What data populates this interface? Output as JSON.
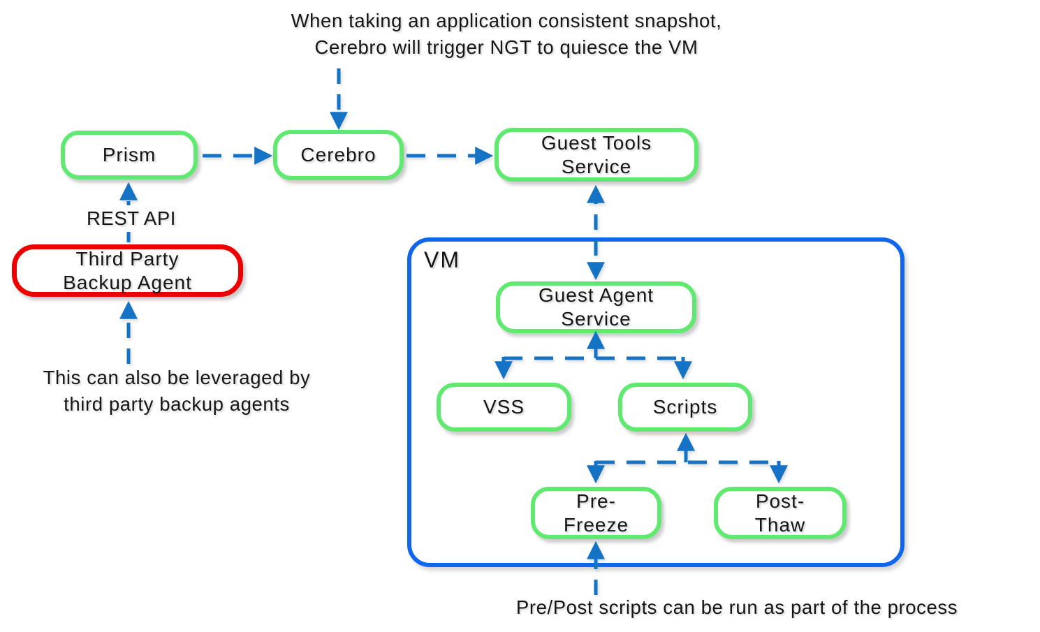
{
  "diagram": {
    "colors": {
      "node_green": "#5fe96e",
      "node_red": "#ee0000",
      "vm_blue": "#1167eb",
      "arrow_blue": "#1573c5",
      "text_color": "#151515",
      "bg": "#ffffff"
    },
    "notes": {
      "top": "When taking an application consistent snapshot,\nCerebro will trigger NGT to quiesce the VM",
      "rest_api": "REST API",
      "third_party": "This can also be leveraged by\nthird party backup agents",
      "bottom": "Pre/Post scripts can be run as part of the process"
    },
    "containers": {
      "vm": {
        "label": "VM"
      }
    },
    "nodes": {
      "prism": {
        "label": "Prism"
      },
      "cerebro": {
        "label": "Cerebro"
      },
      "guest_tools_service": {
        "label": "Guest Tools\nService"
      },
      "third_party_backup_agent": {
        "label": "Third Party\nBackup Agent"
      },
      "guest_agent_service": {
        "label": "Guest Agent\nService"
      },
      "vss": {
        "label": "VSS"
      },
      "scripts": {
        "label": "Scripts"
      },
      "pre_freeze": {
        "label": "Pre-\nFreeze"
      },
      "post_thaw": {
        "label": "Post-\nThaw"
      }
    },
    "edges": [
      {
        "from": "note-top",
        "to": "cerebro",
        "style": "dashed-arrow"
      },
      {
        "from": "prism",
        "to": "cerebro",
        "style": "dashed-arrow"
      },
      {
        "from": "cerebro",
        "to": "guest_tools_service",
        "style": "dashed-arrow"
      },
      {
        "from": "third_party_backup_agent",
        "to": "prism",
        "style": "dashed-arrow",
        "label": "REST API"
      },
      {
        "from": "note-third-party",
        "to": "third_party_backup_agent",
        "style": "dashed-arrow"
      },
      {
        "from": "guest_tools_service",
        "to": "guest_agent_service",
        "style": "dashed-arrow",
        "bidirectional": true
      },
      {
        "from": "guest_agent_service",
        "to": "vss",
        "style": "dashed-arrow",
        "bidirectional": true
      },
      {
        "from": "guest_agent_service",
        "to": "scripts",
        "style": "dashed-arrow",
        "bidirectional": true
      },
      {
        "from": "scripts",
        "to": "pre_freeze",
        "style": "dashed-arrow",
        "bidirectional": true
      },
      {
        "from": "scripts",
        "to": "post_thaw",
        "style": "dashed-arrow",
        "bidirectional": true
      },
      {
        "from": "note-bottom",
        "to": "pre_freeze",
        "style": "dashed-arrow"
      }
    ]
  }
}
